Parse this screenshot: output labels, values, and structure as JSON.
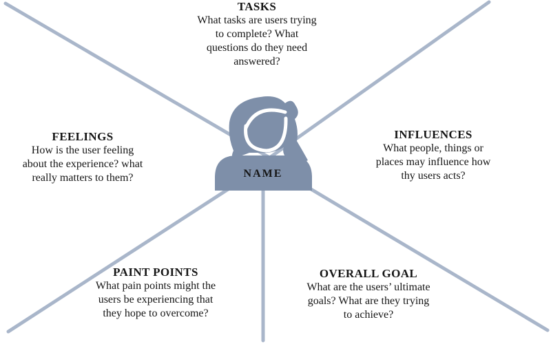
{
  "diagram": {
    "type": "user-persona-empathy-map",
    "center": {
      "label": "NAME",
      "avatar": "woman-silhouette"
    },
    "sections": {
      "tasks": {
        "heading": "TASKS",
        "lines": [
          "What tasks are users trying",
          "to complete? What",
          "questions do they need",
          "answered?"
        ]
      },
      "feelings": {
        "heading": "FEELINGS",
        "lines": [
          "How is the user feeling",
          "about the experience? what",
          "really matters to them?"
        ]
      },
      "influences": {
        "heading": "INFLUENCES",
        "lines": [
          "What people, things or",
          "places may influence how",
          "thy users acts?"
        ]
      },
      "pain_points": {
        "heading": "PAINT POINTS",
        "lines": [
          "What pain points might the",
          "users be experiencing that",
          "they hope to overcome?"
        ]
      },
      "overall_goal": {
        "heading": "OVERALL GOAL",
        "lines": [
          "What are the users’ ultimate",
          "goals? What are they trying",
          "to achieve?"
        ]
      }
    },
    "colors": {
      "ray": "#a9b6ca",
      "avatar": "#7e8fa9",
      "text": "#151515"
    }
  }
}
